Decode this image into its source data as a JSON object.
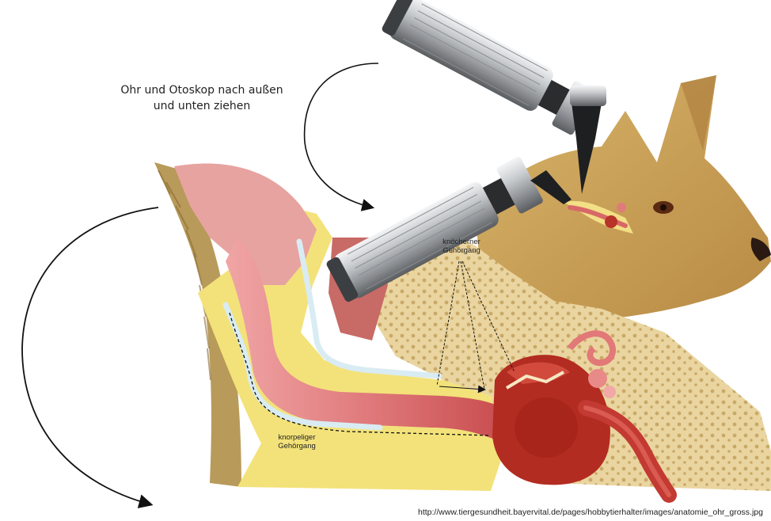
{
  "caption": {
    "line1": "Ohr und Otoskop nach außen",
    "line2": "und unten ziehen"
  },
  "labels": {
    "bony_canal": {
      "line1": "knöcherner",
      "line2": "Gehörgang"
    },
    "cartilaginous_canal": {
      "line1": "knorpeliger",
      "line2": "Gehörgang"
    }
  },
  "source_url": "http://www.tiergesundheit.bayervital.de/pages/hobbytierhalter/images/anatomie_ohr_gross.jpg",
  "colors": {
    "cartilage": "#f3e27a",
    "bone": "#e9d39a",
    "canal": "#e8878a",
    "bulla": "#b42a1e",
    "fur": "#c9a35a",
    "otoscope": "#b9bcc0"
  }
}
